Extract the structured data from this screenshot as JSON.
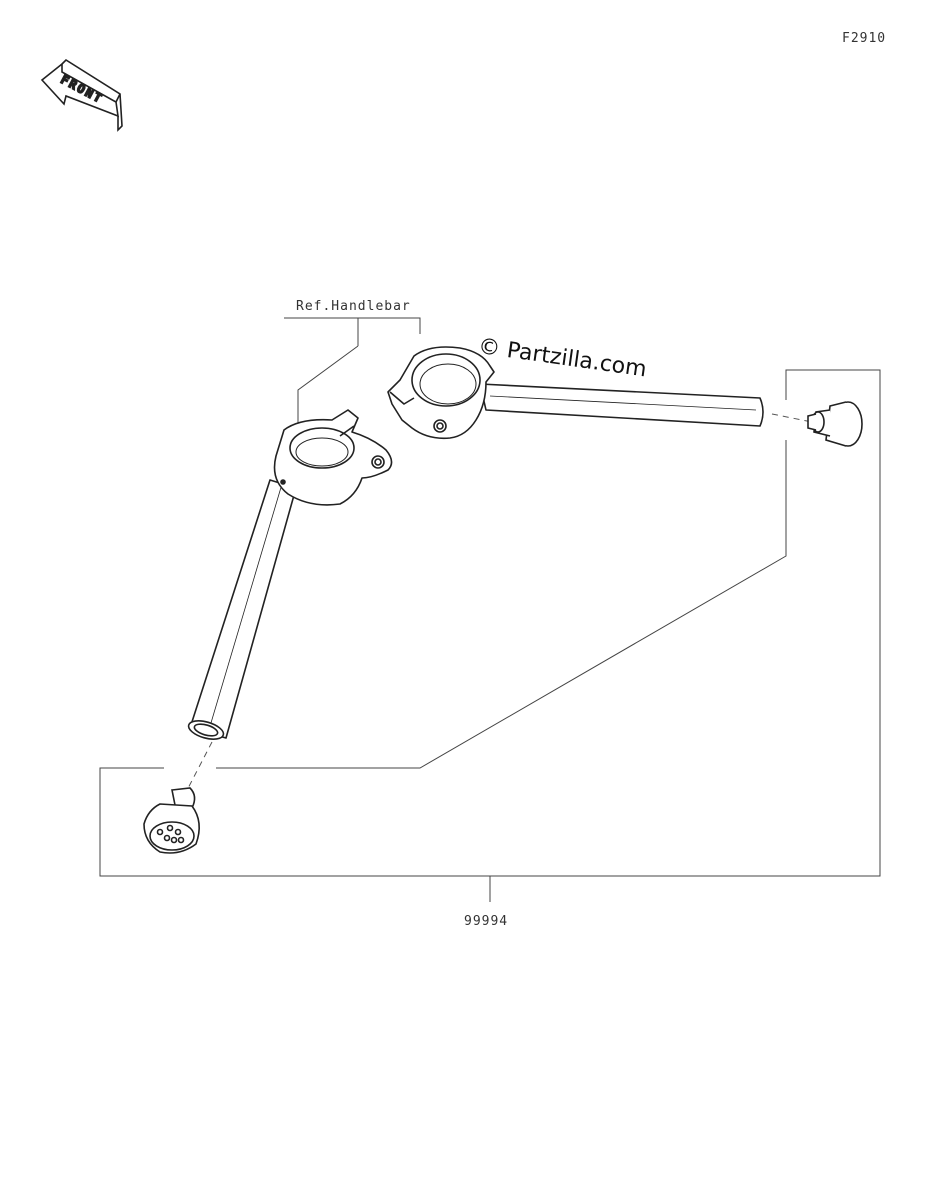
{
  "header": {
    "figure_code": "F2910"
  },
  "orientation": {
    "front_label": "FRONT",
    "icon": "front-direction-arrow-icon"
  },
  "callouts": {
    "reference_label": "Ref.Handlebar",
    "part_number": "99994"
  },
  "watermark": {
    "text": "© Partzilla.com"
  },
  "colors": {
    "line": "#222222",
    "background": "#ffffff"
  }
}
